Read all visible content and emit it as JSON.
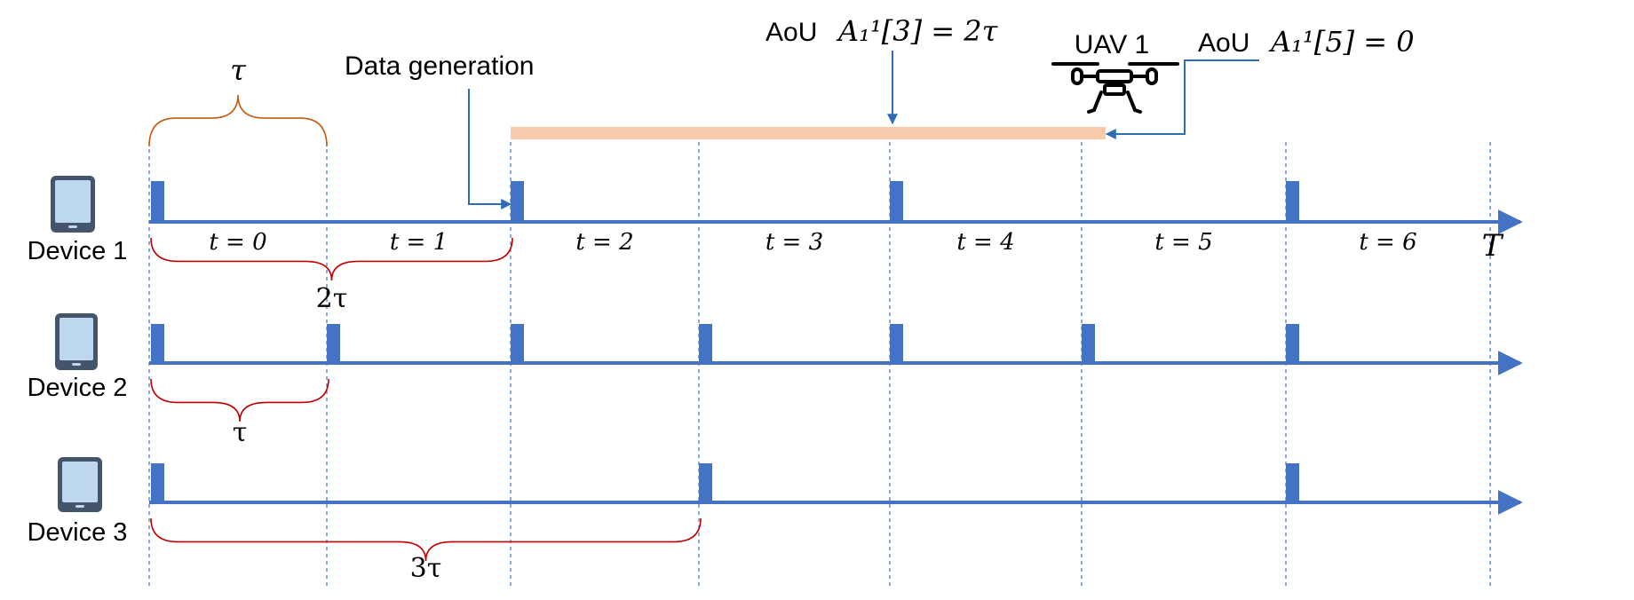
{
  "labels": {
    "tau_top": "τ",
    "data_generation": "Data generation",
    "aou1_prefix": "AoU",
    "aou1_formula": "A₁¹[3] = 2τ",
    "uav": "UAV 1",
    "aou2_prefix": "AoU",
    "aou2_formula": "A₁¹[5] = 0",
    "t_end": "T"
  },
  "slots": [
    "t = 0",
    "t = 1",
    "t = 2",
    "t = 3",
    "t = 4",
    "t = 5",
    "t = 6"
  ],
  "devices": [
    {
      "name": "Device 1",
      "period_label": "2τ",
      "period_slots": 2,
      "packet_slots": [
        0,
        2,
        4,
        6
      ]
    },
    {
      "name": "Device 2",
      "period_label": "τ",
      "period_slots": 1,
      "packet_slots": [
        0,
        1,
        2,
        3,
        4,
        5,
        6
      ]
    },
    {
      "name": "Device 3",
      "period_label": "3τ",
      "period_slots": 3,
      "packet_slots": [
        0,
        3,
        6
      ]
    }
  ],
  "colors": {
    "axis": "#4472C4",
    "packet": "#4472C4",
    "collect_bar": "#F8CBAD",
    "brace_top": "#C55A11",
    "brace_device": "#C00000",
    "arrow": "#2E6DB4",
    "text": "#000000",
    "tablet_body": "#44546A",
    "tablet_screen": "#BDD7EE"
  },
  "icons": [
    "tablet-icon",
    "uav-icon"
  ]
}
